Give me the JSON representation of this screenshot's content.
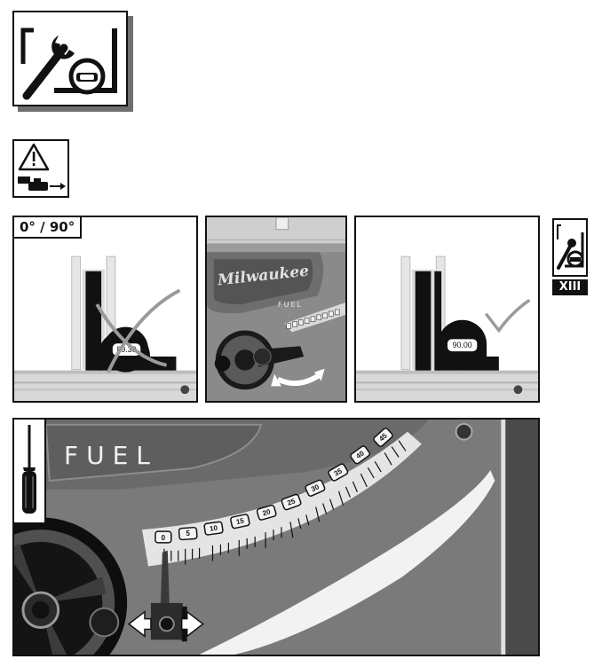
{
  "angle_label": "0° / 90°",
  "gauge_readings": {
    "wrong": "89.30",
    "correct": "90.00"
  },
  "branding": {
    "saw_logo": "Milwaukee",
    "saw_model_small": "FUEL",
    "saw_model_large": "FUEL"
  },
  "bevel_scale": {
    "ticks": [
      "0",
      "5",
      "10",
      "15",
      "20",
      "25",
      "30",
      "35",
      "40",
      "45"
    ]
  },
  "chapter": "XIII",
  "icons": [
    "adjustment-icon",
    "warning-unplug-icon",
    "chapter-adjustment-icon",
    "screwdriver-icon",
    "check-mark-icon",
    "cross-mark-icon"
  ]
}
